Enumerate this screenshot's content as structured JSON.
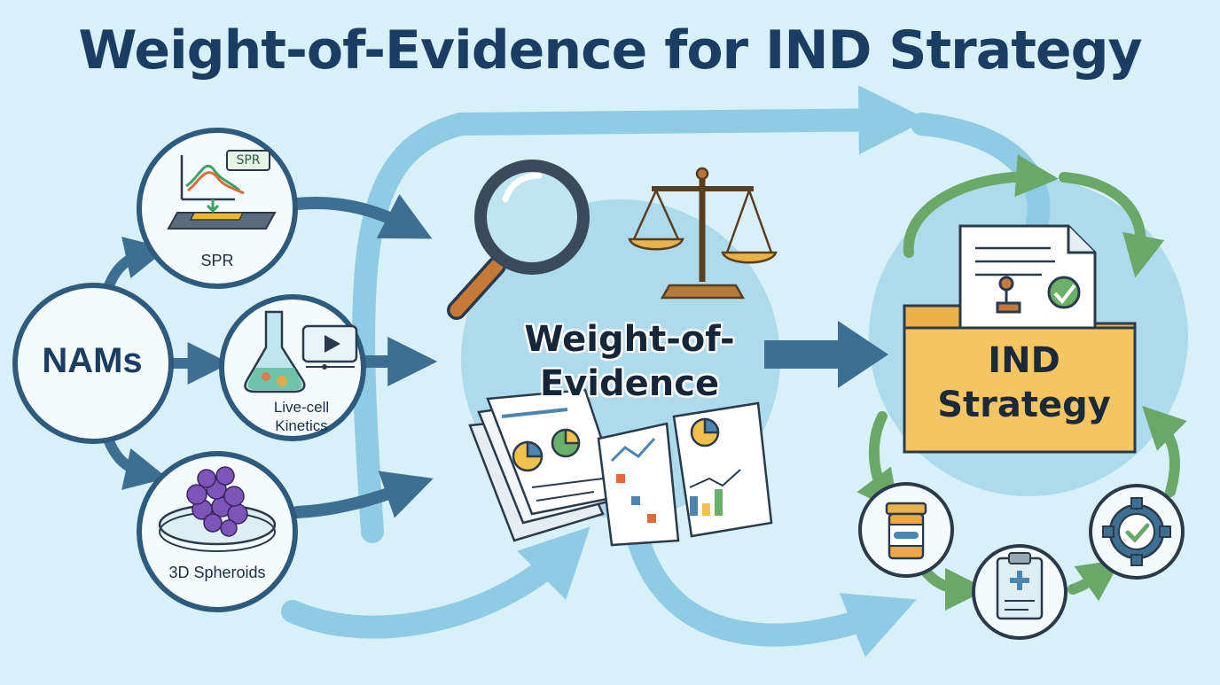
{
  "title": "Weight-of-Evidence for IND Strategy",
  "nams": {
    "label": "NAMs",
    "items": [
      {
        "label": "SPR",
        "chip": "SPR"
      },
      {
        "label_line1": "Live-cell",
        "label_line2": "Kinetics"
      },
      {
        "label": "3D Spheroids"
      }
    ]
  },
  "center": {
    "line1": "Weight-of-",
    "line2": "Evidence"
  },
  "output": {
    "line1": "IND",
    "line2": "Strategy"
  },
  "colors": {
    "background": "#d8f0f8",
    "title": "#1b3d63",
    "arrow_dark": "#3d6f92",
    "arrow_light": "#8fcbe2",
    "cycle_green": "#6aa86a",
    "folder": "#f4c560"
  }
}
